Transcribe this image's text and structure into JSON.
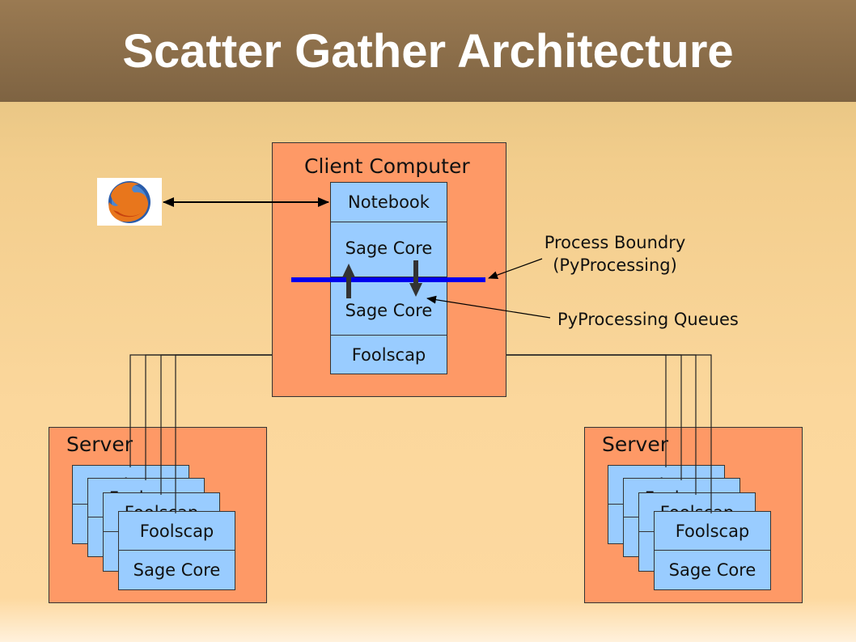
{
  "title": "Scatter Gather Architecture",
  "client": {
    "label": "Client Computer",
    "layers": [
      "Notebook",
      "Sage Core",
      "Sage Core",
      "Foolscap"
    ]
  },
  "annotations": {
    "process_boundary_line1": "Process Boundry",
    "process_boundary_line2": "(PyProcessing)",
    "queues": "PyProcessing Queues"
  },
  "servers": [
    {
      "label": "Server",
      "card_top": "Foolscap",
      "card_bottom": "Sage Core"
    },
    {
      "label": "Server",
      "card_top": "Foolscap",
      "card_bottom": "Sage Core"
    }
  ],
  "colors": {
    "panel": "#fe9966",
    "box": "#99ccff",
    "process_boundary": "#0000ee"
  },
  "icons": {
    "browser": "firefox-icon"
  }
}
